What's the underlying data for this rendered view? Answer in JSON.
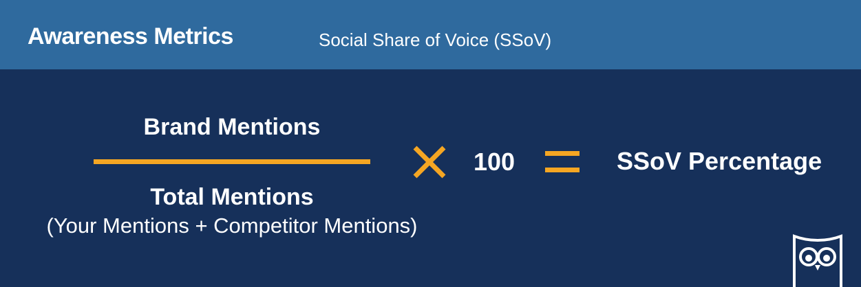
{
  "header": {
    "title": "Awareness Metrics",
    "subtitle": "Social Share of Voice (SSoV)"
  },
  "formula": {
    "numerator": "Brand Mentions",
    "denominator": "Total Mentions",
    "denominator_note": "(Your Mentions + Competitor Mentions)",
    "multiplier": "100",
    "result": "SSoV Percentage",
    "operators": {
      "multiply_icon": "times-icon",
      "equals_icon": "equals-icon"
    }
  },
  "logo": {
    "icon": "owl-logo-icon"
  },
  "colors": {
    "background": "#16305a",
    "header": "#2f6a9e",
    "accent": "#f5a623",
    "text": "#ffffff"
  }
}
